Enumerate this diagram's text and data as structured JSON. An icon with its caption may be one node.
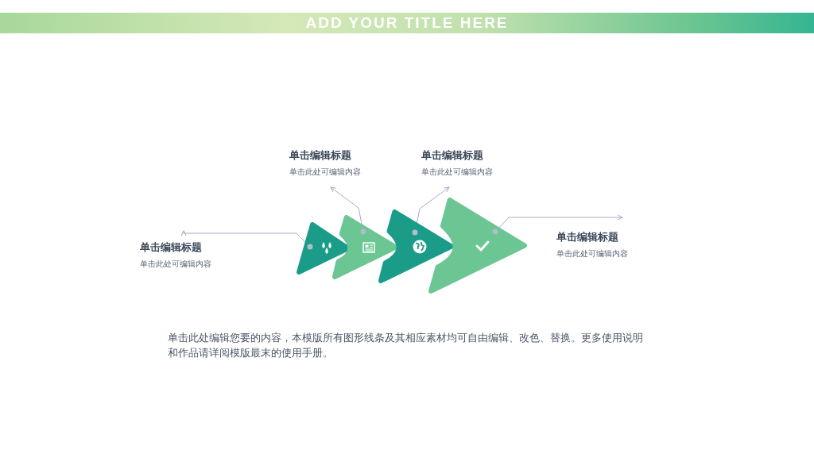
{
  "diagram": {
    "title": "ADD YOUR TITLE HERE",
    "nodes": [
      {
        "text": [
          "单击编辑标题",
          "单击此处可编辑内容"
        ]
      },
      {
        "text": [
          "单击编辑标题",
          "单击此处可编辑内容"
        ]
      },
      {
        "text": [
          "单击编辑标题",
          "单击此处可编辑内容"
        ]
      },
      {
        "text": [
          "单击编辑标题",
          "单击此处可编辑内容"
        ]
      },
      {
        "text": [],
        "shape": "triangle"
      },
      {
        "text": [],
        "shape": "triangle"
      },
      {
        "text": [],
        "shape": "triangle"
      },
      {
        "text": [],
        "shape": "triangle"
      }
    ],
    "edges": [
      {
        "from": 4,
        "to": 0,
        "arrow": "to"
      },
      {
        "from": 5,
        "to": 1,
        "arrow": "to"
      },
      {
        "from": 6,
        "to": 2,
        "arrow": "to"
      },
      {
        "from": 7,
        "to": 3,
        "arrow": "to"
      }
    ],
    "labels": [
      "单击此处编辑您要的内容，本模版所有图形线条及其相应素材均可自由编辑、改色、替换。更多使用说明和作品请详阅模版最末的使用手册。"
    ]
  }
}
